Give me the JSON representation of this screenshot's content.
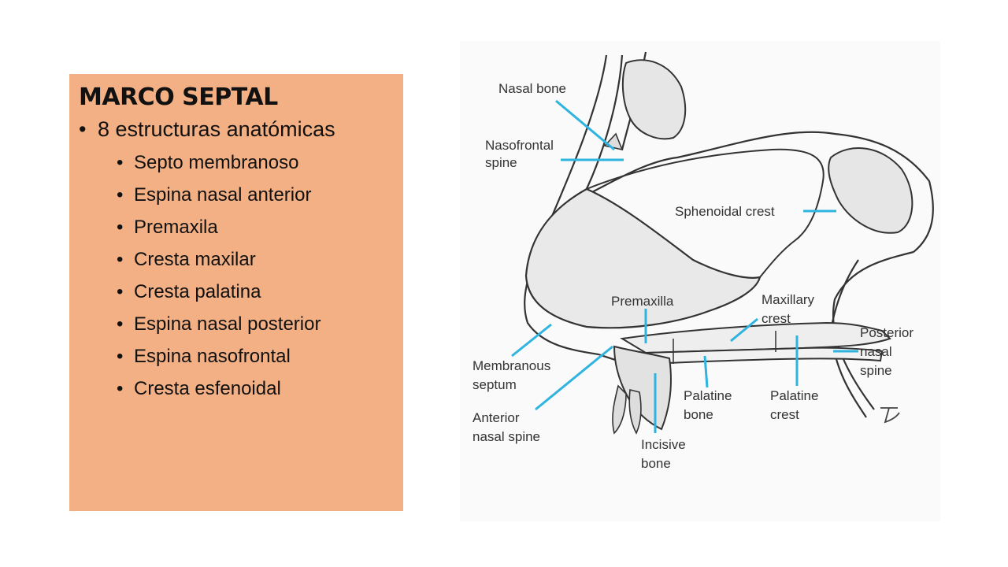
{
  "slide": {
    "title": "MARCO SEPTAL",
    "main_point": "8 estructuras anatómicas",
    "items": [
      "Septo membranoso",
      "Espina nasal anterior",
      "Premaxila",
      "Cresta maxilar",
      "Cresta palatina",
      "Espina nasal posterior",
      "Espina nasofrontal",
      "Cresta esfenoidal"
    ],
    "panel_color": "#f3b084"
  },
  "diagram": {
    "labels": {
      "nasal_bone": "Nasal bone",
      "nasofrontal_1": "Nasofrontal",
      "nasofrontal_2": "spine",
      "sphenoidal": "Sphenoidal crest",
      "premaxilla": "Premaxilla",
      "maxillary_1": "Maxillary",
      "maxillary_2": "crest",
      "posterior_1": "Posterior",
      "posterior_2": "nasal",
      "posterior_3": "spine",
      "membranous_1": "Membranous",
      "membranous_2": "septum",
      "anterior_1": "Anterior",
      "anterior_2": "nasal spine",
      "palatine_bone_1": "Palatine",
      "palatine_bone_2": "bone",
      "palatine_crest_1": "Palatine",
      "palatine_crest_2": "crest",
      "incisive_1": "Incisive",
      "incisive_2": "bone"
    },
    "leader_color": "#2fb4e0",
    "bone_fill": "#ededed"
  }
}
